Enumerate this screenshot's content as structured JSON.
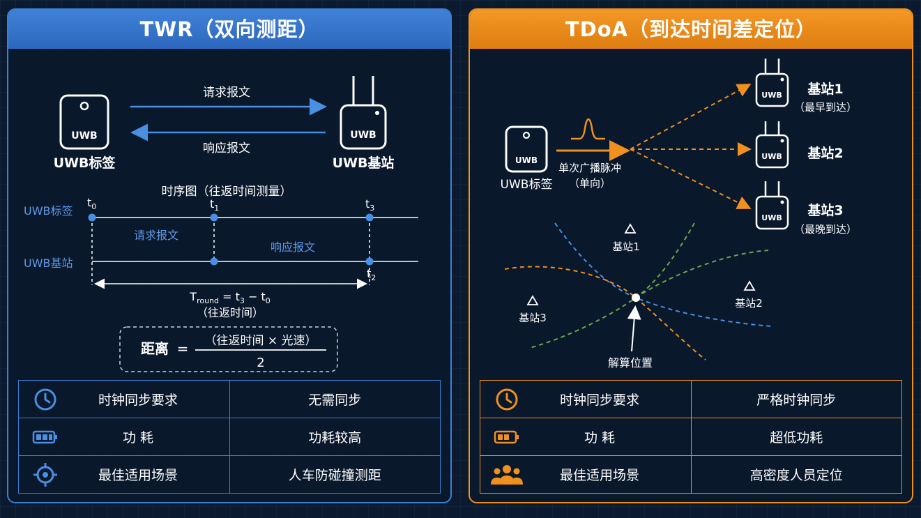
{
  "twr": {
    "title": "TWR（双向测距）",
    "tag_label": "UWB标签",
    "tag_device_text": "UWB",
    "anchor_label": "UWB基站",
    "anchor_device_text": "UWB",
    "request_msg": "请求报文",
    "response_msg": "响应报文",
    "timing_title": "时序图（往返时间测量）",
    "row_tag": "UWB标签",
    "row_anchor": "UWB基站",
    "t0": "t",
    "t0_sub": "0",
    "t1": "t",
    "t1_sub": "1",
    "t2": "t",
    "t2_sub": "2",
    "t3": "t",
    "t3_sub": "3",
    "seg_request": "请求报文",
    "seg_response": "响应报文",
    "troundT": "T",
    "troundSub": "round",
    "troundEq": " = t",
    "troundS3": "3",
    "troundMinus": " − t",
    "troundS0": "0",
    "round_caption": "（往返时间）",
    "formula_lhs": "距离",
    "formula_eq": "=",
    "formula_num": "（往返时间 × 光速）",
    "formula_den": "2",
    "colors": {
      "accent": "#3d7fd6",
      "line": "#4a90e2"
    },
    "table": [
      {
        "icon": "clock-icon",
        "label": "时钟同步要求",
        "value": "无需同步"
      },
      {
        "icon": "battery-icon",
        "label": "功 耗",
        "value": "功耗较高"
      },
      {
        "icon": "target-icon",
        "label": "最佳适用场景",
        "value": "人车防碰撞测距"
      }
    ]
  },
  "tdoa": {
    "title": "TDoA（到达时间差定位）",
    "tag_label": "UWB标签",
    "tag_device_text": "UWB",
    "broadcast_label": "单次广播脉冲",
    "broadcast_sub": "（单向）",
    "anchors": [
      {
        "name": "基站1",
        "note": "（最早到达）",
        "device_text": "UWB"
      },
      {
        "name": "基站2",
        "note": "",
        "device_text": "UWB"
      },
      {
        "name": "基站3",
        "note": "（最晚到达）",
        "device_text": "UWB"
      }
    ],
    "map_anchor1": "基站1",
    "map_anchor2": "基站2",
    "map_anchor3": "基站3",
    "solution_label": "解算位置",
    "colors": {
      "accent": "#f0901f",
      "curve_blue": "#4a90e2",
      "curve_green": "#6aa84f",
      "curve_orange": "#f0901f"
    },
    "table": [
      {
        "icon": "clock-icon",
        "label": "时钟同步要求",
        "value": "严格时钟同步"
      },
      {
        "icon": "battery-icon",
        "label": "功 耗",
        "value": "超低功耗"
      },
      {
        "icon": "people-icon",
        "label": "最佳适用场景",
        "value": "高密度人员定位"
      }
    ]
  }
}
